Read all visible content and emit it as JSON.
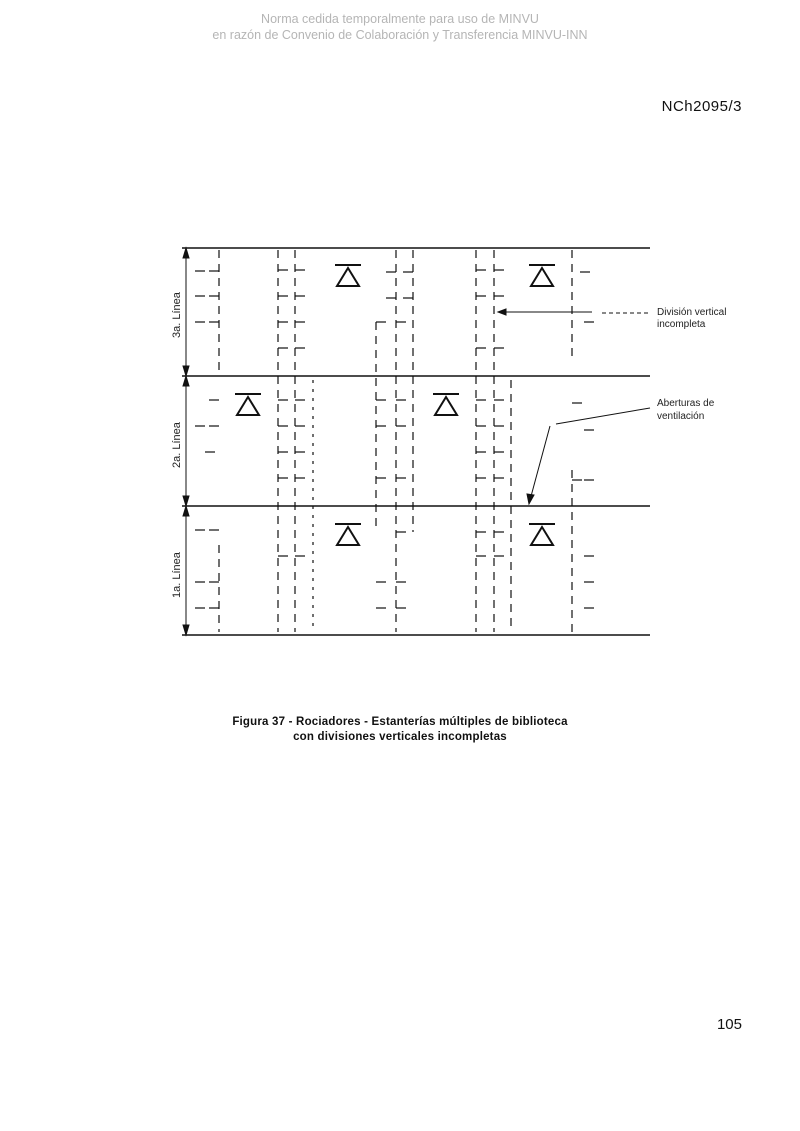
{
  "watermark": {
    "line1": "Norma cedida temporalmente para uso de MINVU",
    "line2": "en razón de Convenio de Colaboración y Transferencia MINVU-INN"
  },
  "header": {
    "standard_code": "NCh2095/3"
  },
  "figure": {
    "rows": [
      {
        "label": "3a. Línea"
      },
      {
        "label": "2a. Línea"
      },
      {
        "label": "1a. Línea"
      }
    ],
    "annotations": {
      "division": {
        "line1": "División vertical",
        "line2": "incompleta"
      },
      "openings": {
        "line1": "Aberturas de",
        "line2": "ventilación"
      }
    },
    "caption": {
      "line1": "Figura 37 - Rociadores - Estanterías múltiples de biblioteca",
      "line2": "con divisiones verticales incompletas"
    }
  },
  "footer": {
    "page_number": "105"
  }
}
